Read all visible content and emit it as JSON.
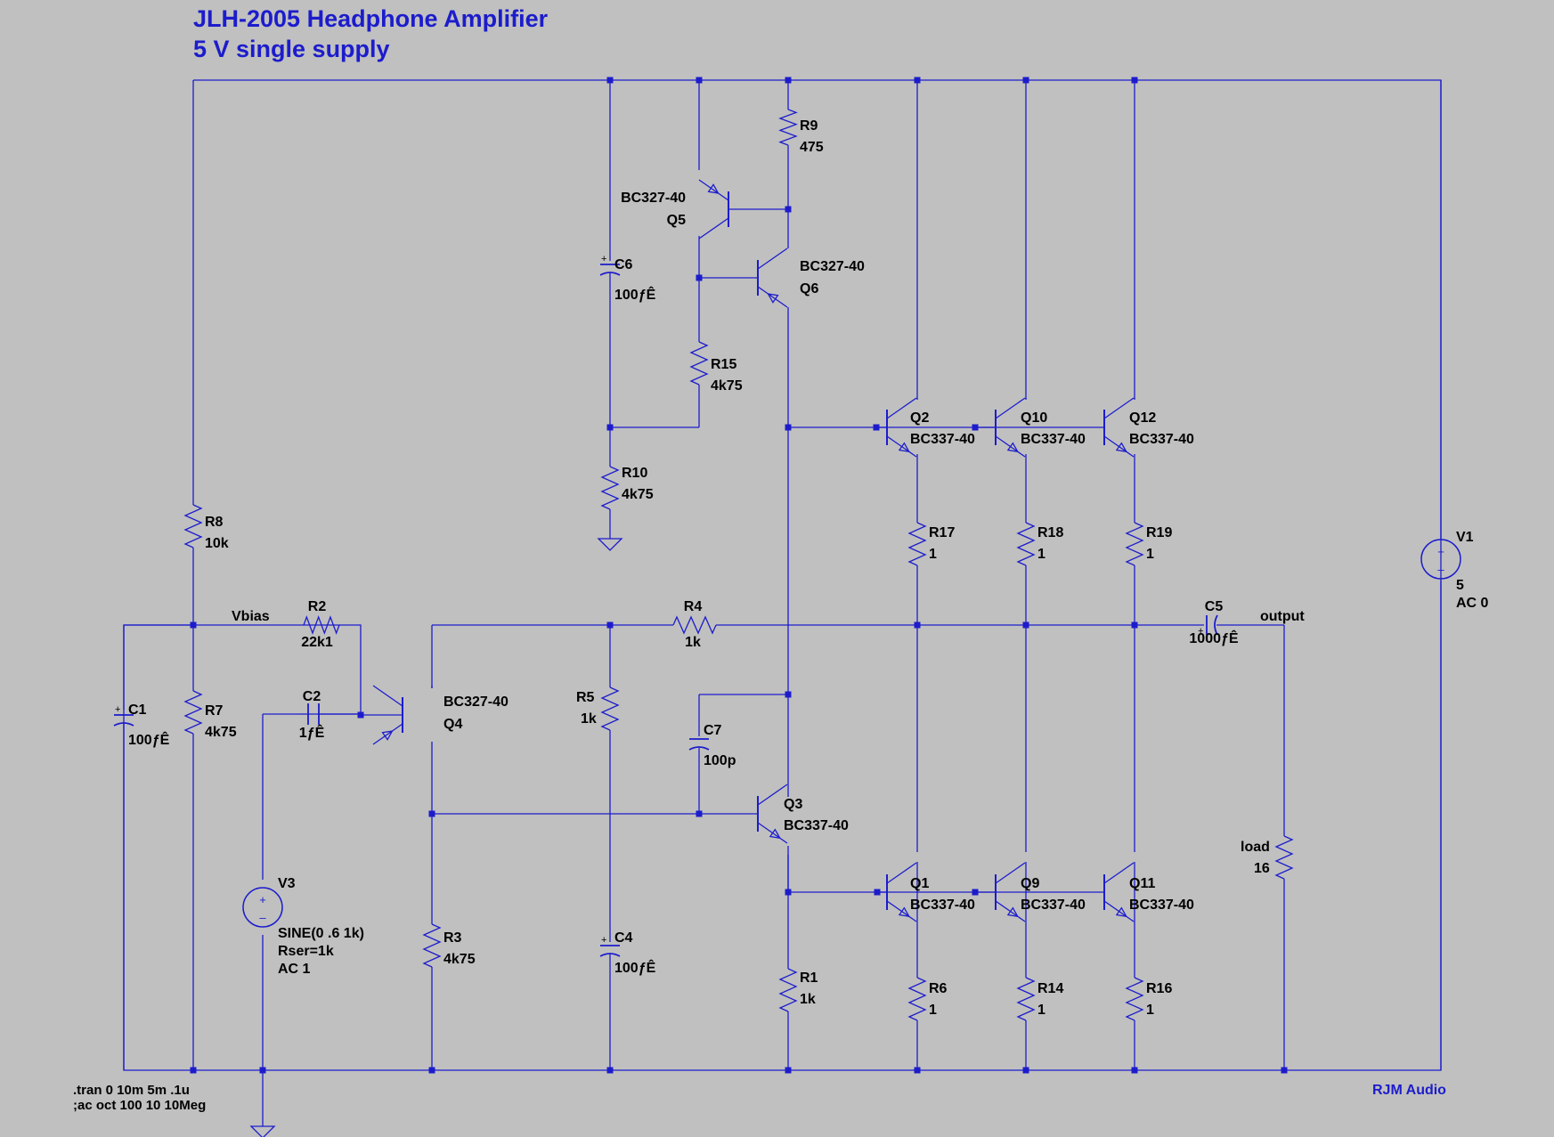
{
  "title_line1": "JLH-2005 Headphone Amplifier",
  "title_line2": "5 V single supply",
  "sim_command_1": ".tran 0 10m 5m .1u",
  "sim_command_2": ";ac oct 100 10 10Meg",
  "brand": "RJM Audio",
  "colors": {
    "wire": "#1c1ccc",
    "background": "#c0c0c0",
    "title": "#1c1ccc"
  },
  "nets": {
    "vbias": "Vbias",
    "output": "output"
  },
  "resistors": [
    {
      "ref": "R1",
      "value": "1k"
    },
    {
      "ref": "R2",
      "value": "22k1"
    },
    {
      "ref": "R3",
      "value": "4k75"
    },
    {
      "ref": "R4",
      "value": "1k"
    },
    {
      "ref": "R5",
      "value": "1k"
    },
    {
      "ref": "R6",
      "value": "1"
    },
    {
      "ref": "R7",
      "value": "4k75"
    },
    {
      "ref": "R8",
      "value": "10k"
    },
    {
      "ref": "R9",
      "value": "475"
    },
    {
      "ref": "R10",
      "value": "4k75"
    },
    {
      "ref": "R14",
      "value": "1"
    },
    {
      "ref": "R15",
      "value": "4k75"
    },
    {
      "ref": "R16",
      "value": "1"
    },
    {
      "ref": "R17",
      "value": "1"
    },
    {
      "ref": "R18",
      "value": "1"
    },
    {
      "ref": "R19",
      "value": "1"
    },
    {
      "ref": "load",
      "value": "16"
    }
  ],
  "capacitors": [
    {
      "ref": "C1",
      "value": "100ƒÊ"
    },
    {
      "ref": "C2",
      "value": "1ƒÊ"
    },
    {
      "ref": "C4",
      "value": "100ƒÊ"
    },
    {
      "ref": "C5",
      "value": "1000ƒÊ"
    },
    {
      "ref": "C6",
      "value": "100ƒÊ"
    },
    {
      "ref": "C7",
      "value": "100p"
    }
  ],
  "transistors": [
    {
      "ref": "Q1",
      "model": "BC337-40"
    },
    {
      "ref": "Q2",
      "model": "BC337-40"
    },
    {
      "ref": "Q3",
      "model": "BC337-40"
    },
    {
      "ref": "Q4",
      "model": "BC327-40"
    },
    {
      "ref": "Q5",
      "model": "BC327-40"
    },
    {
      "ref": "Q6",
      "model": "BC327-40"
    },
    {
      "ref": "Q9",
      "model": "BC337-40"
    },
    {
      "ref": "Q10",
      "model": "BC337-40"
    },
    {
      "ref": "Q11",
      "model": "BC337-40"
    },
    {
      "ref": "Q12",
      "model": "BC337-40"
    }
  ],
  "sources": [
    {
      "ref": "V1",
      "lines": [
        "5",
        "AC 0"
      ]
    },
    {
      "ref": "V3",
      "lines": [
        "SINE(0 .6 1k)",
        "Rser=1k",
        "AC 1"
      ]
    }
  ]
}
